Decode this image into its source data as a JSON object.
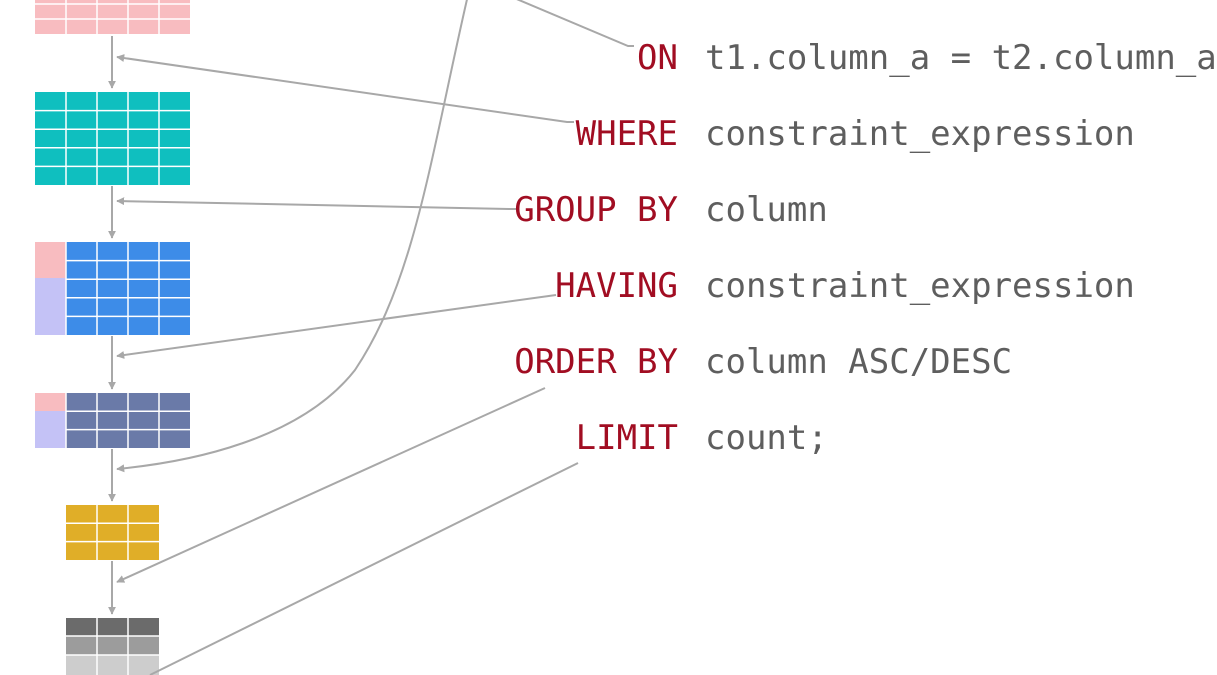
{
  "query": {
    "lines": [
      {
        "keyword": "ON",
        "argument": "t1.column_a = t2.column_a"
      },
      {
        "keyword": "WHERE",
        "argument": "constraint_expression"
      },
      {
        "keyword": "GROUP BY",
        "argument": "column"
      },
      {
        "keyword": "HAVING",
        "argument": "constraint_expression"
      },
      {
        "keyword": "ORDER BY",
        "argument": "column ASC/DESC"
      },
      {
        "keyword": "LIMIT",
        "argument": "count;"
      }
    ]
  },
  "colors": {
    "keyword": "#a10d22",
    "argument": "#5e5e5e",
    "arrow": "#a8a8a8",
    "table_join": "#f8bcc0",
    "table_where": "#0fbfbf",
    "table_group": "#3d8ce8",
    "table_group_marker_top": "#f8bcc0",
    "table_group_marker_bottom": "#c4c2f6",
    "table_having": "#6a7aa8",
    "table_order": "#e0ae28",
    "table_limit_top": "#6b6b6b",
    "table_limit_mid": "#9c9c9c",
    "table_limit_bottom": "#cdcdcd"
  }
}
